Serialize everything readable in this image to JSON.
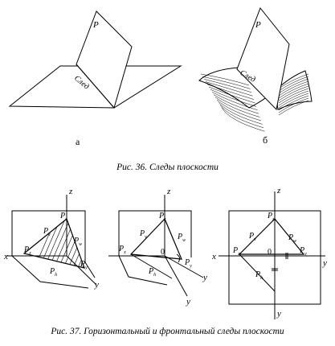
{
  "figure36": {
    "caption": "Рис. 36. Следы плоскости",
    "panel_a": {
      "label": "а",
      "plane": "P",
      "trace": "След"
    },
    "panel_b": {
      "label": "б",
      "plane": "P",
      "trace": "След"
    }
  },
  "figure37": {
    "caption": "Рис. 37. Горизонтальный и фронтальный следы плоскости",
    "axes": {
      "x": "x",
      "y": "y",
      "z": "z",
      "origin": "0"
    },
    "points": {
      "P": "P",
      "sub_x": "x",
      "sub_y": "y",
      "sub_z": "z",
      "sub_v": "v",
      "sub_w": "w",
      "sub_h": "h"
    }
  }
}
